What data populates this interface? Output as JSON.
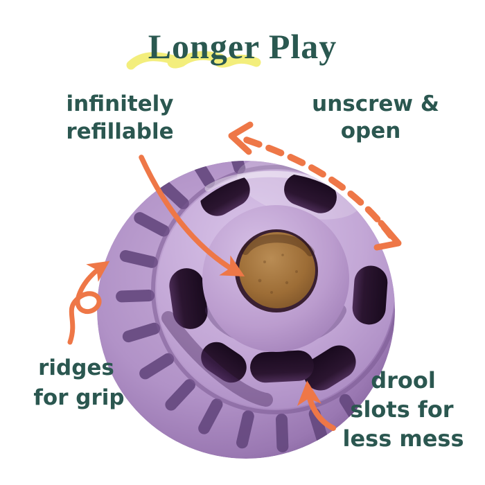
{
  "page": {
    "background_color": "#ffffff"
  },
  "title": {
    "text": "Longer Play",
    "color": "#2a5850",
    "highlight_color": "#f3ee7c"
  },
  "labels": {
    "refillable": {
      "line1": "infinitely",
      "line2": "refillable"
    },
    "unscrew": {
      "line1": "unscrew &",
      "line2": "open"
    },
    "ridges": {
      "line1": "ridges",
      "line2": "for grip"
    },
    "drool": {
      "line1": "drool",
      "line2": "slots for",
      "line3": "less mess"
    }
  },
  "colors": {
    "arrow_orange": "#ee7747",
    "label_teal": "#2b5750",
    "ball_purple": "#b394c8",
    "ball_purple_dark": "#7e5c97",
    "ball_face_lavender": "#c2a6d6",
    "slot_dark": "#241126",
    "treat_brown": "#a06f38",
    "highlight_yellow": "#f3ee7c"
  },
  "illustration": {
    "alt": "purple rubber treat-dispensing ball toy, ridged on one side, with a brown treat visible through the center opening"
  }
}
